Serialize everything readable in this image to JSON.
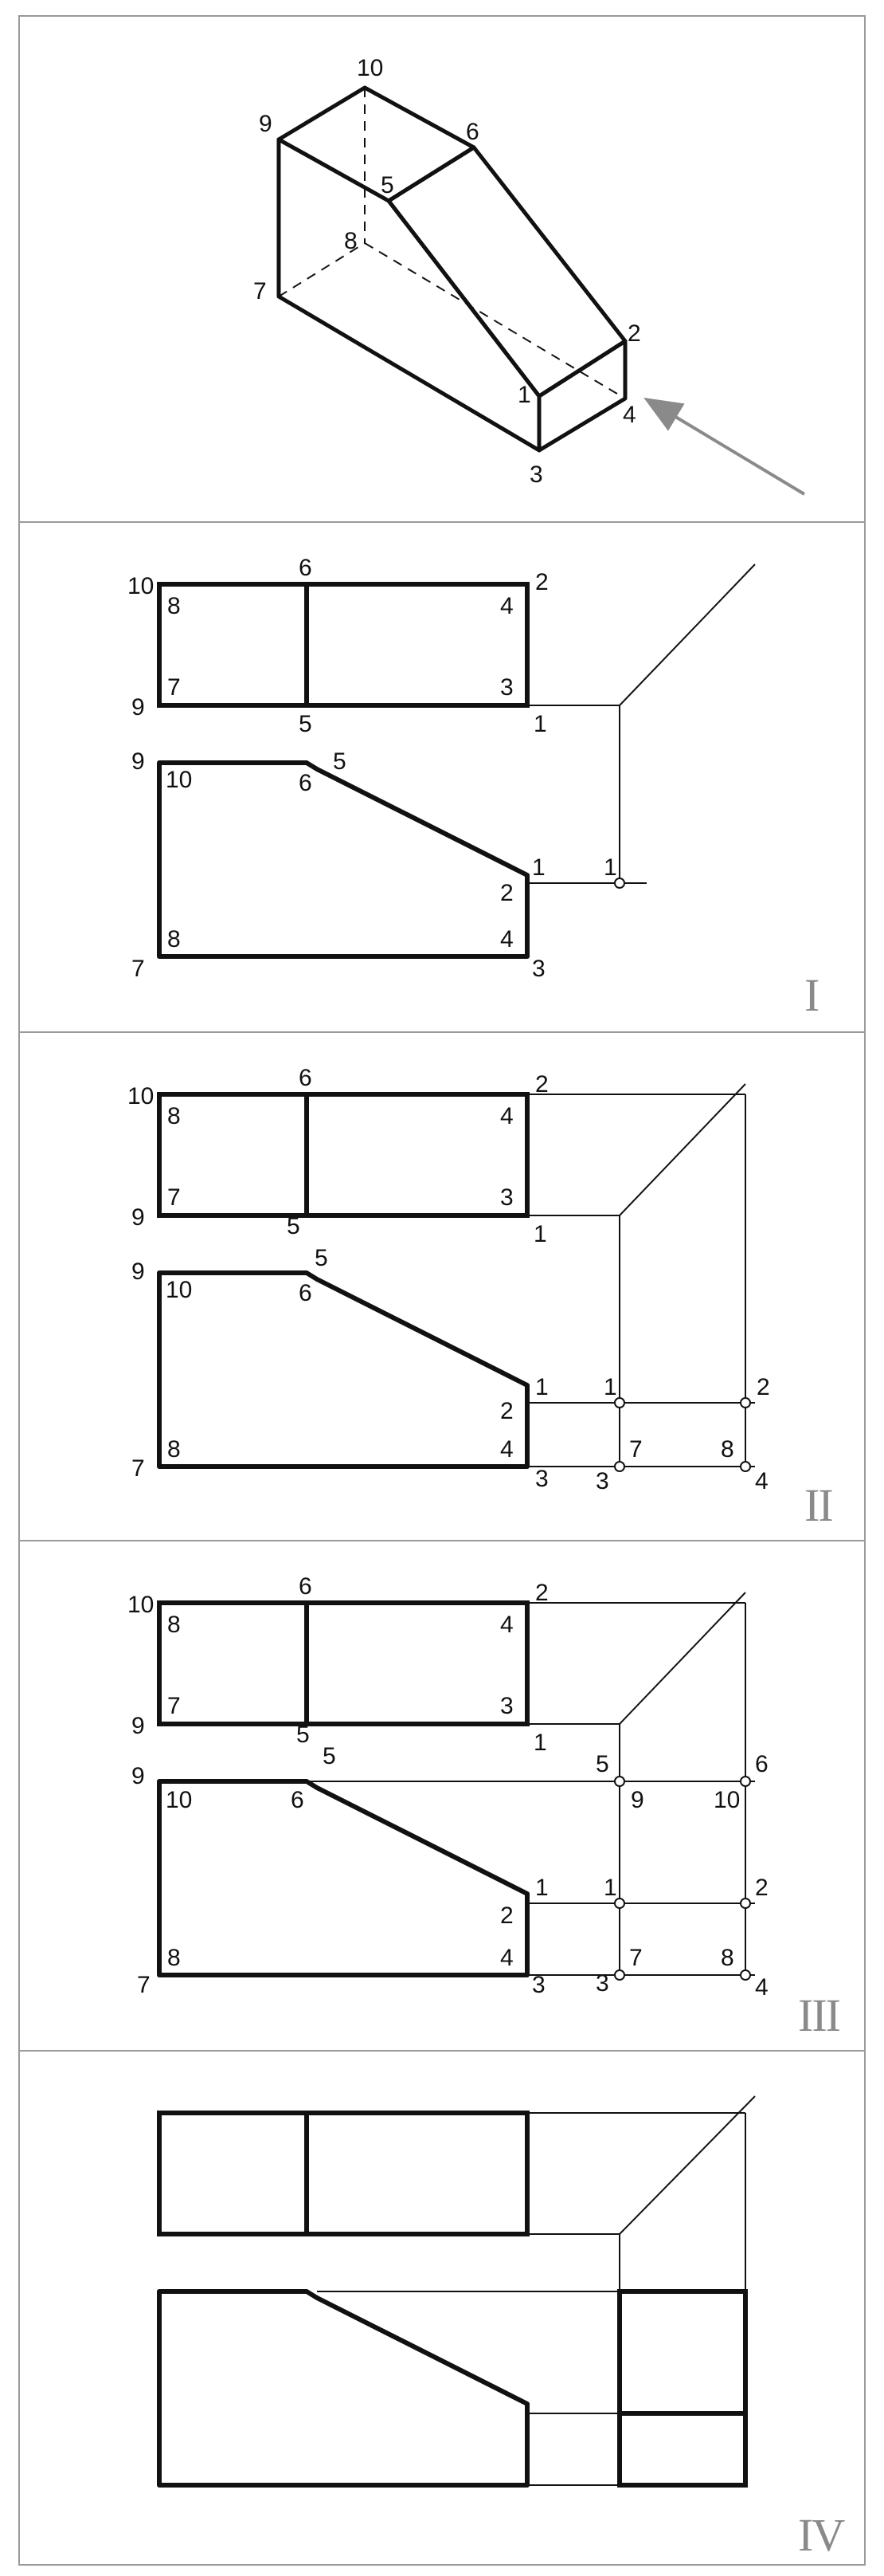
{
  "panels": [
    {
      "id": "pictorial",
      "labels": [
        "10",
        "9",
        "6",
        "5",
        "8",
        "7",
        "2",
        "1",
        "4",
        "3"
      ]
    },
    {
      "id": "step-1",
      "step": "I",
      "top_view_labels": [
        "10",
        "6",
        "2",
        "8",
        "4",
        "7",
        "3",
        "9",
        "5",
        "1"
      ],
      "front_view_labels": [
        "9",
        "10",
        "6",
        "5",
        "1",
        "2",
        "8",
        "4",
        "7",
        "3"
      ],
      "projection_labels": [
        "1"
      ]
    },
    {
      "id": "step-2",
      "step": "II",
      "top_view_labels": [
        "10",
        "6",
        "2",
        "8",
        "4",
        "7",
        "3",
        "9",
        "5",
        "1"
      ],
      "front_view_labels": [
        "9",
        "10",
        "6",
        "5",
        "1",
        "2",
        "8",
        "4",
        "7",
        "3"
      ],
      "projection_labels": [
        "1",
        "2",
        "7",
        "8",
        "3",
        "4"
      ]
    },
    {
      "id": "step-3",
      "step": "III",
      "top_view_labels": [
        "10",
        "6",
        "2",
        "8",
        "4",
        "7",
        "3",
        "9",
        "5",
        "1"
      ],
      "front_view_labels": [
        "9",
        "10",
        "6",
        "5",
        "1",
        "2",
        "8",
        "4",
        "7",
        "3"
      ],
      "projection_labels": [
        "5",
        "6",
        "9",
        "10",
        "1",
        "2",
        "7",
        "8",
        "3",
        "4"
      ]
    },
    {
      "id": "step-4",
      "step": "IV"
    }
  ],
  "colors": {
    "line": "#111111",
    "arrow": "#8a8a8a",
    "border": "#9a9a9a",
    "step_numeral": "#8a8a8a"
  }
}
